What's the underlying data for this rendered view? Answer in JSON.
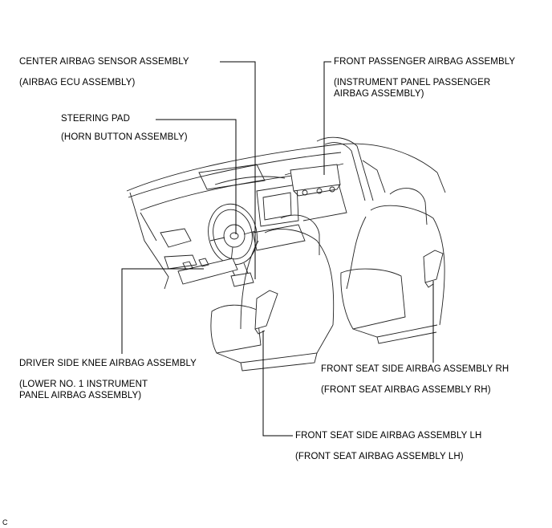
{
  "labels": {
    "center_sensor": {
      "name": "CENTER AIRBAG SENSOR ASSEMBLY",
      "alt": "(AIRBAG ECU ASSEMBLY)"
    },
    "passenger": {
      "name": "FRONT PASSENGER AIRBAG ASSEMBLY",
      "alt_line1": "(INSTRUMENT PANEL PASSENGER",
      "alt_line2": "AIRBAG ASSEMBLY)"
    },
    "steering_pad": {
      "name": "STEERING PAD",
      "alt": "(HORN BUTTON ASSEMBLY)"
    },
    "knee": {
      "name": "DRIVER SIDE KNEE AIRBAG ASSEMBLY",
      "alt_line1": "(LOWER NO. 1 INSTRUMENT",
      "alt_line2": "PANEL AIRBAG ASSEMBLY)"
    },
    "seat_rh": {
      "name": "FRONT SEAT SIDE AIRBAG ASSEMBLY RH",
      "alt": "(FRONT SEAT AIRBAG ASSEMBLY RH)"
    },
    "seat_lh": {
      "name": "FRONT SEAT SIDE AIRBAG ASSEMBLY LH",
      "alt": "(FRONT SEAT AIRBAG ASSEMBLY LH)"
    }
  },
  "corner_mark": "C"
}
